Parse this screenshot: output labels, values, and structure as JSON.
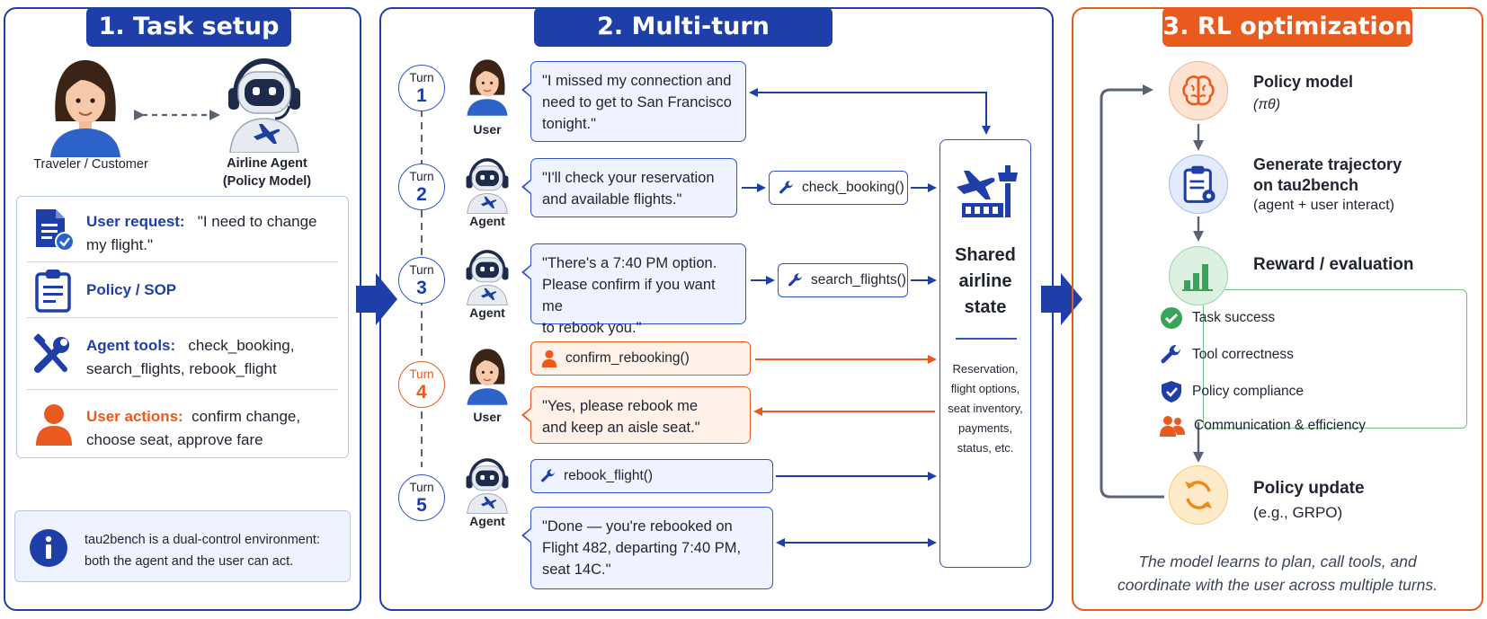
{
  "colors": {
    "blue": "#1f3fa8",
    "orange": "#e85a1e",
    "green": "#3aa35a",
    "light_blue": "#eef3ff",
    "light_orange": "#fff1e7"
  },
  "panel1": {
    "title": "1. Task setup",
    "traveler_label": "Traveler / Customer",
    "agent_label_1": "Airline Agent",
    "agent_label_2": "(Policy Model)",
    "items": [
      {
        "label": "User request:",
        "text_line1": "\"I need to change",
        "text_line2": "my flight.\"",
        "icon": "document-check-icon"
      },
      {
        "label": "Policy / SOP",
        "icon": "clipboard-icon"
      },
      {
        "label": "Agent tools:",
        "text_line1": "check_booking,",
        "text_line2": "search_flights, rebook_flight",
        "icon": "tools-icon"
      },
      {
        "label": "User actions:",
        "text_line1": "confirm change,",
        "text_line2": "choose seat, approve fare",
        "icon": "user-icon"
      }
    ],
    "info_line1": "tau2bench is a dual-control environment:",
    "info_line2": "both the agent and the user can act."
  },
  "panel2": {
    "title": "2. Multi-turn trajectory",
    "turn_word": "Turn",
    "turns": [
      {
        "number": "1",
        "role": "User"
      },
      {
        "number": "2",
        "role": "Agent"
      },
      {
        "number": "3",
        "role": "Agent"
      },
      {
        "number": "4",
        "role": "User"
      },
      {
        "number": "5",
        "role": "Agent"
      }
    ],
    "messages": {
      "m1": [
        "\"I missed my connection and",
        "need to get to San Francisco",
        "tonight.\""
      ],
      "m2": [
        "\"I'll check your reservation",
        "and available flights.\""
      ],
      "m3": [
        "\"There's a 7:40 PM option.",
        "Please confirm if you want me",
        "to rebook you.\""
      ],
      "m4": [
        "\"Yes, please rebook me",
        "and keep an aisle seat.\""
      ],
      "m5": [
        "\"Done — you're rebooked on",
        "Flight 482, departing 7:40 PM,",
        "seat 14C.\""
      ]
    },
    "tools": {
      "check_booking": "check_booking()",
      "search_flights": "search_flights()",
      "confirm_rebooking": "confirm_rebooking()",
      "rebook_flight": "rebook_flight()"
    },
    "state": {
      "title_line1": "Shared",
      "title_line2": "airline",
      "title_line3": "state",
      "details": [
        "Reservation,",
        "flight options,",
        "seat inventory,",
        "payments,",
        "status, etc."
      ]
    }
  },
  "panel3": {
    "title": "3. RL optimization",
    "steps": {
      "policy_title": "Policy model",
      "policy_sub": "(πθ)",
      "gen_title_1": "Generate trajectory",
      "gen_title_2": "on tau2bench",
      "gen_sub": "(agent + user interact)",
      "reward_title": "Reward / evaluation",
      "update_title": "Policy update",
      "update_sub": "(e.g., GRPO)"
    },
    "reward_items": [
      "Task success",
      "Tool correctness",
      "Policy compliance",
      "Communication & efficiency"
    ],
    "note_line1": "The model learns to plan, call tools, and",
    "note_line2": "coordinate with the user across multiple turns."
  }
}
